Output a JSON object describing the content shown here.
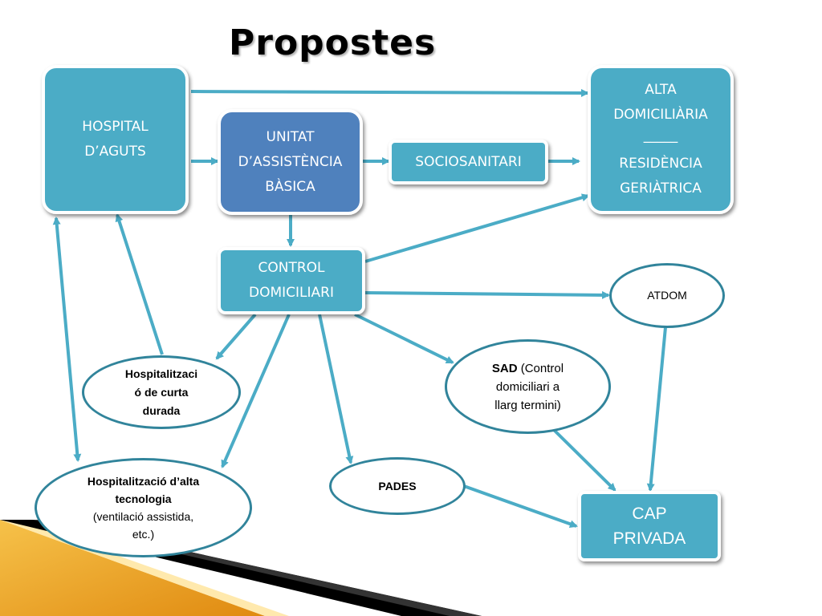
{
  "title": "Propostes",
  "nodes": {
    "hospital": {
      "line1": "HOSPITAL",
      "line2": "D’AGUTS"
    },
    "alta": {
      "line1": "ALTA",
      "line2": "DOMICILIÀRIA",
      "divider": "_____",
      "line3": "RESIDÈNCIA",
      "line4": "GERIÀTRICA"
    },
    "unitat": {
      "line1": "UNITAT",
      "line2": "D’ASSISTÈNCIA",
      "line3": "BÀSICA"
    },
    "sociosanitari": {
      "label": "SOCIOSANITARI"
    },
    "control": {
      "line1": "CONTROL",
      "line2": "DOMICILIARI"
    },
    "atdom": {
      "label": "ATDOM"
    },
    "curta": {
      "line1": "Hospitalitzaci",
      "line2": "ó de curta",
      "line3": "durada"
    },
    "sad": {
      "bold": "SAD",
      "rest": " (Control",
      "line2": "domiciliari a",
      "line3": "llarg termini)"
    },
    "alta_tec": {
      "line1": "Hospitalització d’alta",
      "line2": "tecnologia",
      "line3": "(ventilació assistida,",
      "line4": "etc.)"
    },
    "pades": {
      "label": "PADES"
    },
    "cap": {
      "line1": "CAP",
      "line2": "PRIVADA"
    }
  },
  "colors": {
    "teal": "#4bacc6",
    "blue": "#4f81bd",
    "arrow": "#4bacc6",
    "oval_border": "#31849b"
  }
}
